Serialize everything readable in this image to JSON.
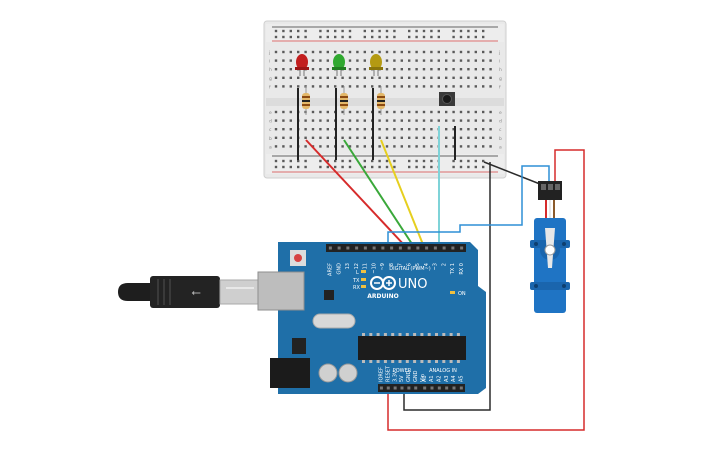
{
  "colors": {
    "board": "#1f6fa8",
    "board_dark": "#185c8c",
    "breadboard": "#e8e8e8",
    "wire_red": "#d62b2b",
    "wire_green": "#3aa83a",
    "wire_yellow": "#e6cf1f",
    "wire_cyan": "#7fd3d8",
    "wire_blue": "#2f8fd6",
    "wire_black": "#2b2b2b",
    "servo": "#1f74c4",
    "led_red": "#c21e1e",
    "led_green": "#2fa82f",
    "led_yellow": "#b49a12"
  },
  "arduino": {
    "brand": "ARDUINO",
    "model": "UNO",
    "digital_label": "DIGITAL (PWM~)",
    "power_label": "POWER",
    "analog_label": "ANALOG IN",
    "on_label": "ON",
    "tx_label": "TX",
    "rx_label": "RX",
    "l_label": "L",
    "digital_pins": [
      "AREF",
      "GND",
      "13",
      "12",
      "~11",
      "~10",
      "~9",
      "8",
      "7",
      "~6",
      "~5",
      "4",
      "~3",
      "2",
      "TX 1",
      "RX 0"
    ],
    "power_pins": [
      "IOREF",
      "RESET",
      "3.3V",
      "5V",
      "GND",
      "GND",
      "Vin"
    ],
    "analog_pins": [
      "A0",
      "A1",
      "A2",
      "A3",
      "A4",
      "A5"
    ]
  },
  "breadboard": {
    "row_letters_top": [
      "j",
      "i",
      "h",
      "g",
      "f"
    ],
    "row_letters_bottom": [
      "e",
      "d",
      "c",
      "b",
      "a"
    ],
    "columns": 30
  },
  "components": {
    "leds": [
      "red-led",
      "green-led",
      "yellow-led"
    ],
    "usb": "usb-cable",
    "servo": "servo-motor",
    "button": "push-button"
  }
}
